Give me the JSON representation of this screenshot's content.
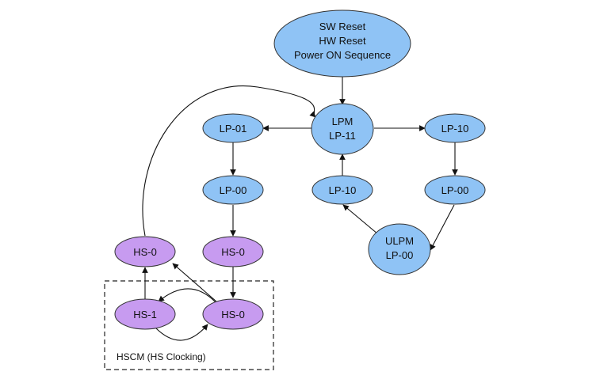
{
  "diagram": {
    "colors": {
      "lp_fill": "#8fc3f5",
      "hs_fill": "#c79bf0",
      "stroke": "#333333",
      "arrow": "#111111"
    },
    "nodes": {
      "reset": {
        "line1": "SW Reset",
        "line2": "HW Reset",
        "line3": "Power ON Sequence"
      },
      "lpm": {
        "line1": "LPM",
        "line2": "LP-11"
      },
      "lp01": {
        "label": "LP-01"
      },
      "lp00_left": {
        "label": "LP-00"
      },
      "lp10_right": {
        "label": "LP-10"
      },
      "lp00_right": {
        "label": "LP-00"
      },
      "lp10_mid": {
        "label": "LP-10"
      },
      "ulpm": {
        "line1": "ULPM",
        "line2": "LP-00"
      },
      "hs0_left": {
        "label": "HS-0"
      },
      "hs0_mid": {
        "label": "HS-0"
      },
      "hs1": {
        "label": "HS-1"
      },
      "hs0_bottom": {
        "label": "HS-0"
      }
    },
    "group": {
      "label": "HSCM (HS Clocking)"
    }
  }
}
